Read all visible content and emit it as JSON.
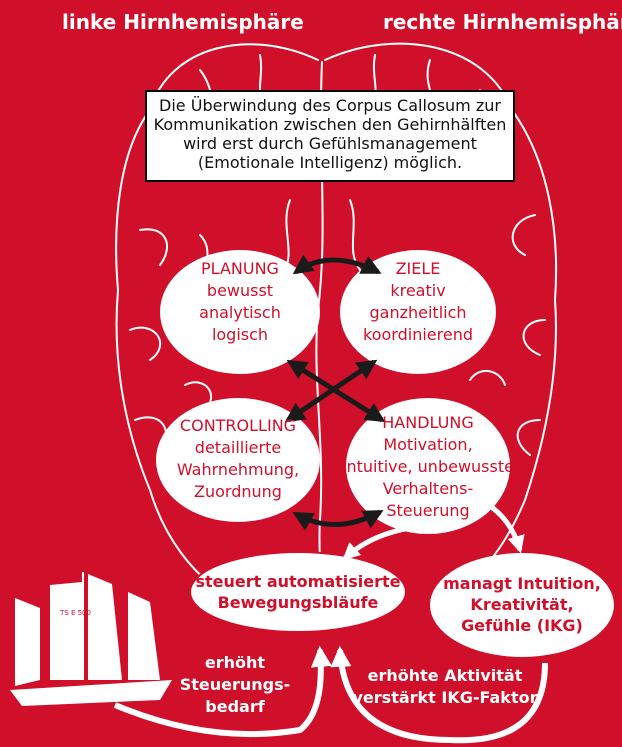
{
  "headers": {
    "left": "linke Hirnhemisphäre",
    "right": "rechte Hirnhemisphäre"
  },
  "note": {
    "lines": [
      "Die Überwindung des Corpus Callosum zur",
      "Kommunikation zwischen den Gehirnhälften",
      "wird erst durch Gefühlsmanagement",
      "(Emotionale Intelligenz) möglich."
    ]
  },
  "quadrants": {
    "planung": {
      "title": "PLANUNG",
      "lines": [
        "bewusst",
        "analytisch",
        "logisch"
      ]
    },
    "ziele": {
      "title": "ZIELE",
      "lines": [
        "kreativ",
        "ganzheitlich",
        "koordinierend"
      ]
    },
    "controlling": {
      "title": "CONTROLLING",
      "lines": [
        "detaillierte",
        "Wahrnehmung,",
        "Zuordnung"
      ]
    },
    "handlung": {
      "title": "HANDLUNG",
      "lines": [
        "Motivation,",
        "intuitive, unbewusste",
        "Verhaltens-",
        "Steuerung"
      ]
    }
  },
  "outputs": {
    "left": {
      "lines": [
        "steuert automatisierte",
        "Bewegungsbläufe"
      ]
    },
    "right": {
      "lines": [
        "managt Intuition,",
        "Kreativität,",
        "Gefühle (IKG)"
      ]
    }
  },
  "bottom_labels": {
    "left": {
      "lines": [
        "erhöht",
        "Steuerungs-",
        "bedarf"
      ]
    },
    "right": {
      "lines": [
        "erhöhte Aktivität",
        "verstärkt IKG-Faktor"
      ]
    }
  },
  "ship": {
    "sail_number": "TS E 500"
  },
  "colors": {
    "background": "#d0102a",
    "foreground": "#ffffff",
    "arrows": "#1a1a1a"
  }
}
